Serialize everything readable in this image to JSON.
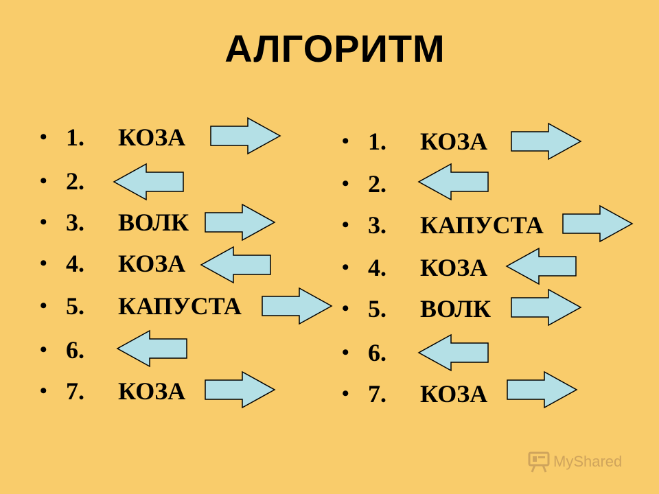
{
  "title": "АЛГОРИТМ",
  "bullet": "•",
  "colors": {
    "background": "#F9CC6B",
    "arrow_fill": "#B4E0E6",
    "arrow_stroke": "#000000",
    "watermark": "#CFA45C"
  },
  "left_list": [
    {
      "num": "1.",
      "word": "КОЗА",
      "arrow": "right"
    },
    {
      "num": "2.",
      "word": "",
      "arrow": "left"
    },
    {
      "num": "3.",
      "word": "ВОЛК",
      "arrow": "right"
    },
    {
      "num": "4.",
      "word": "КОЗА",
      "arrow": "left"
    },
    {
      "num": "5.",
      "word": "КАПУСТА",
      "arrow": "right"
    },
    {
      "num": "6.",
      "word": "",
      "arrow": "left"
    },
    {
      "num": "7.",
      "word": "КОЗА",
      "arrow": "right"
    }
  ],
  "right_list": [
    {
      "num": "1.",
      "word": "КОЗА",
      "arrow": "right"
    },
    {
      "num": "2.",
      "word": "",
      "arrow": "left"
    },
    {
      "num": "3.",
      "word": "КАПУСТА",
      "arrow": "right"
    },
    {
      "num": "4.",
      "word": "КОЗА",
      "arrow": "left"
    },
    {
      "num": "5.",
      "word": "ВОЛК",
      "arrow": "right"
    },
    {
      "num": "6.",
      "word": "",
      "arrow": "left"
    },
    {
      "num": "7.",
      "word": "КОЗА",
      "arrow": "right"
    }
  ],
  "watermark": {
    "text": "MyShared",
    "icon": "presentation-board-icon"
  }
}
